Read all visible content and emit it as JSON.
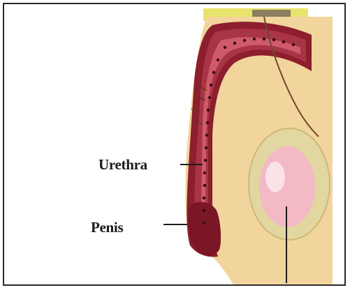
{
  "labels": {
    "urethra": "Urethra",
    "penis": "Penis"
  },
  "colors": {
    "skin": "#f2d59c",
    "shaft_dark": "#8c1e2e",
    "shaft_mid": "#a83445",
    "lumen": "#cf5a6a",
    "testis_outer": "#e2d7a0",
    "testis_inner": "#f3b9c4",
    "top_band": "#e9e36c",
    "line": "#1c1c1c"
  },
  "icons": {
    "anatomy": "male-anatomy-illustration"
  }
}
